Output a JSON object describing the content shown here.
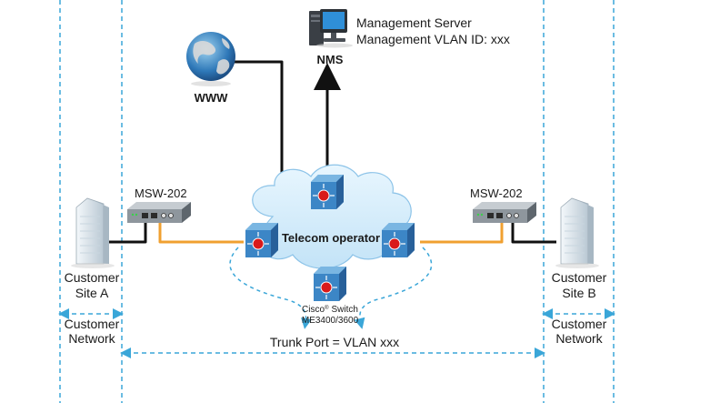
{
  "nms": {
    "server_line1": "Management Server",
    "server_line2": "Management VLAN ID: xxx",
    "label": "NMS"
  },
  "www": {
    "label": "WWW"
  },
  "cloud": {
    "label": "Telecom operator"
  },
  "cisco_switch": {
    "line1": "Cisco",
    "reg": "®",
    "switch_word": "Switch",
    "line2": "ME3400/3600"
  },
  "msw_left": {
    "label": "MSW-202"
  },
  "msw_right": {
    "label": "MSW-202"
  },
  "site_a": {
    "line1": "Customer",
    "line2": "Site A"
  },
  "site_b": {
    "line1": "Customer",
    "line2": "Site B"
  },
  "network_left": {
    "line1": "Customer",
    "line2": "Network"
  },
  "network_right": {
    "line1": "Customer",
    "line2": "Network"
  },
  "trunk": {
    "label": "Trunk Port = VLAN xxx"
  },
  "colors": {
    "dash": "#3aa6d8",
    "fiber": "#f0a030",
    "copper": "#111111",
    "cloud_fill": "#d7eefc",
    "cloud_stroke": "#8cc3e8",
    "switch_blue": "#3c86c6",
    "switch_red": "#d91a1a"
  }
}
